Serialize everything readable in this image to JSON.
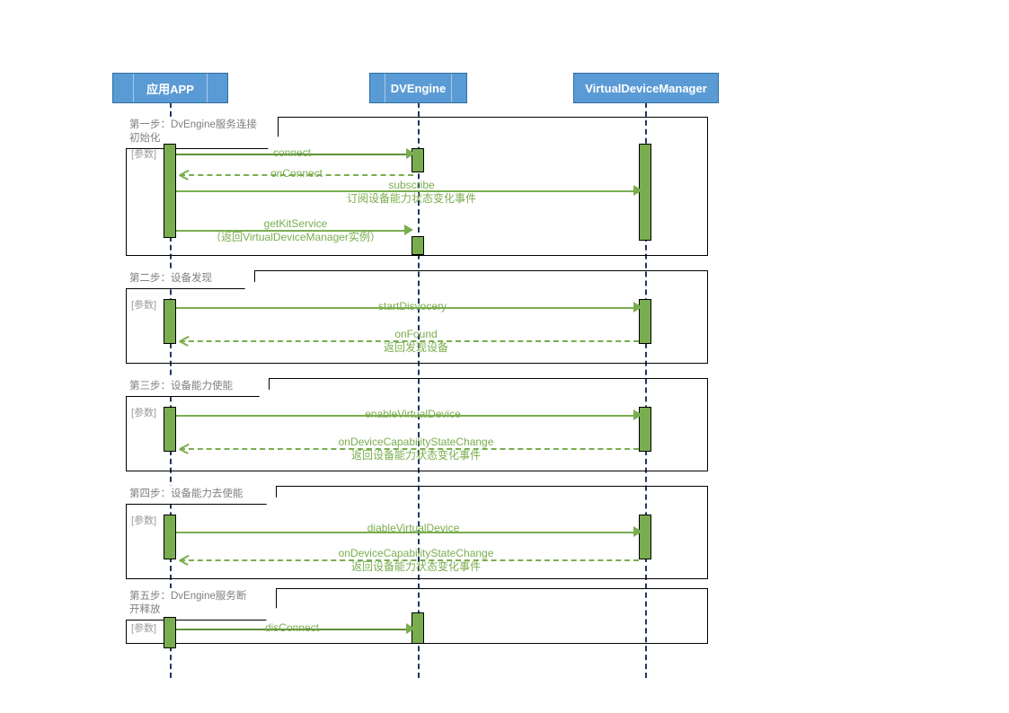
{
  "diagram": {
    "type": "sequence-diagram",
    "participants": [
      {
        "name": "app",
        "label": "应用APP"
      },
      {
        "name": "dvengine",
        "label": "DVEngine"
      },
      {
        "name": "vdm",
        "label": "VirtualDeviceManager"
      }
    ],
    "colors": {
      "participant_fill": "#5b9bd5",
      "participant_border": "#2e6da4",
      "participant_text": "#ffffff",
      "lifeline": "#1f3864",
      "activation_fill": "#7aad4f",
      "message": "#7aad4f",
      "fragment_border": "#000000",
      "fragment_label_text": "#808080"
    },
    "fragments": [
      {
        "id": "frag1",
        "title": "第一步：DvEngine服务连接\n初始化",
        "param": "[参数]",
        "messages": [
          {
            "label": "connect",
            "sub": "",
            "style": "solid",
            "direction": "right",
            "from": "app",
            "to": "dvengine"
          },
          {
            "label": "onConnect",
            "sub": "",
            "style": "dashed",
            "direction": "left",
            "from": "dvengine",
            "to": "app"
          },
          {
            "label": "subscribe",
            "sub": "订阅设备能力状态变化事件",
            "style": "solid",
            "direction": "right",
            "from": "app",
            "to": "vdm"
          },
          {
            "label": "getKitService",
            "sub": "（返回VirtualDeviceManager实例）",
            "style": "solid",
            "direction": "right",
            "from": "app",
            "to": "dvengine"
          }
        ]
      },
      {
        "id": "frag2",
        "title": "第二步：设备发现",
        "param": "[参数]",
        "messages": [
          {
            "label": "startDisvocery",
            "sub": "",
            "style": "solid",
            "direction": "right",
            "from": "app",
            "to": "vdm"
          },
          {
            "label": "onFound",
            "sub": "返回发现设备",
            "style": "dashed",
            "direction": "left",
            "from": "vdm",
            "to": "app"
          }
        ]
      },
      {
        "id": "frag3",
        "title": "第三步：设备能力使能",
        "param": "[参数]",
        "messages": [
          {
            "label": "enableVirtualDevice",
            "sub": "",
            "style": "solid",
            "direction": "right",
            "from": "app",
            "to": "vdm"
          },
          {
            "label": "onDeviceCapabilityStateChange",
            "sub": "返回设备能力状态变化事件",
            "style": "dashed",
            "direction": "left",
            "from": "vdm",
            "to": "app"
          }
        ]
      },
      {
        "id": "frag4",
        "title": "第四步：设备能力去使能",
        "param": "[参数]",
        "messages": [
          {
            "label": "diableVirtualDevice",
            "sub": "",
            "style": "solid",
            "direction": "right",
            "from": "app",
            "to": "vdm"
          },
          {
            "label": "onDeviceCapabilityStateChange",
            "sub": "返回设备能力状态变化事件",
            "style": "dashed",
            "direction": "left",
            "from": "vdm",
            "to": "app"
          }
        ]
      },
      {
        "id": "frag5",
        "title": "第五步：DvEngine服务断\n开释放",
        "param": "[参数]",
        "messages": [
          {
            "label": "disConnect",
            "sub": "",
            "style": "solid",
            "direction": "right",
            "from": "app",
            "to": "dvengine"
          }
        ]
      }
    ]
  }
}
